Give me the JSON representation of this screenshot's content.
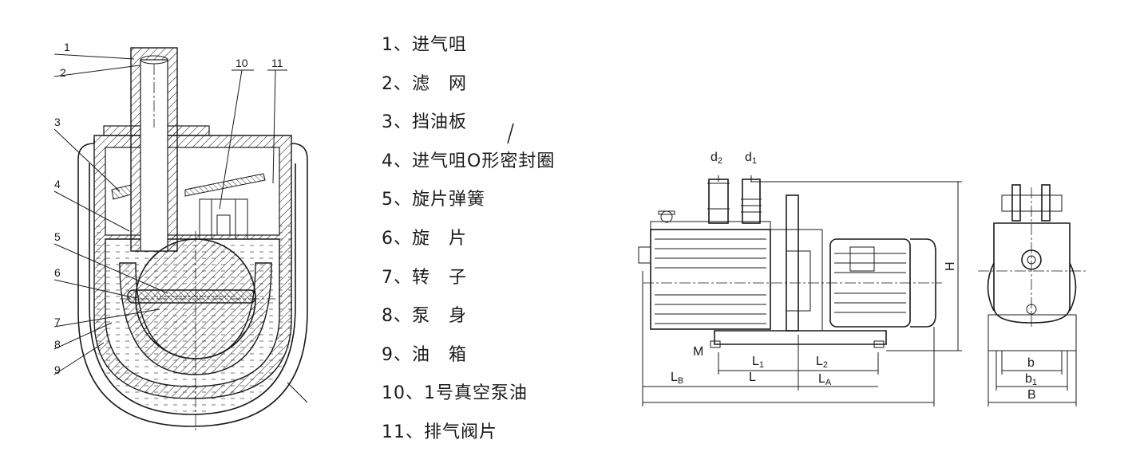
{
  "section_diagram": {
    "callouts": [
      "1",
      "2",
      "3",
      "4",
      "5",
      "6",
      "7",
      "8",
      "9",
      "10",
      "11"
    ]
  },
  "parts_list": [
    "1、进气咀",
    "2、滤　网",
    "3、挡油板",
    "4、进气咀O形密封圈",
    "5、旋片弹簧",
    "6、旋　片",
    "7、转　子",
    "8、泵　身",
    "9、油　箱",
    "10、1号真空泵油",
    "11、排气阀片"
  ],
  "dimension_drawing": {
    "pipe_labels": {
      "d2": "d",
      "d2_sub": "2",
      "d1": "d",
      "d1_sub": "1"
    },
    "height": "H",
    "mount": "M",
    "lengths": {
      "L1": "L",
      "L1_sub": "1",
      "L2": "L",
      "L2_sub": "2",
      "L": "L",
      "LB": "L",
      "LB_sub": "B",
      "LA": "L",
      "LA_sub": "A"
    },
    "widths": {
      "b": "b",
      "b1": "b",
      "b1_sub": "1",
      "B": "B"
    }
  }
}
